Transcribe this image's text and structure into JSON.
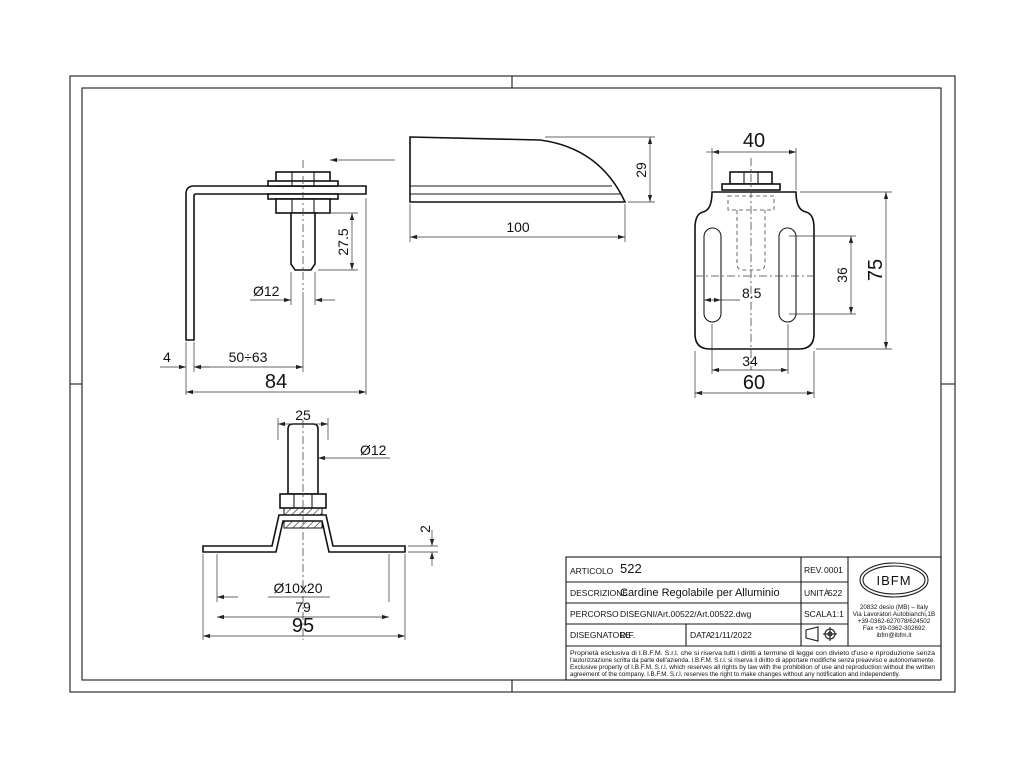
{
  "drawing": {
    "dimensions": {
      "side_height": "29",
      "side_length": "100",
      "top_width": "40",
      "height_total": "75",
      "height_slot": "36",
      "slot_width": "8.5",
      "slot_spacing": "34",
      "plate_width": "60",
      "pin_length": "27.5",
      "pin_diameter": "Ø12",
      "thickness": "4",
      "adjust_range": "50÷63",
      "overall_length": "84",
      "bottom_width": "25",
      "bottom_pin_diameter": "Ø12",
      "bend_height": "2",
      "holes": "Ø10x20",
      "hole_spacing": "79",
      "base_length": "95"
    }
  },
  "title_block": {
    "article_label": "ARTICOLO",
    "article_value": "522",
    "rev_label": "REV.",
    "rev_value": "0001",
    "description_label": "DESCRIZIONE",
    "description_value": "Cardine Regolabile per Alluminio",
    "unit_label": "UNITÀ",
    "unit_value": "522",
    "path_label": "PERCORSO",
    "path_value": "DISEGNI/Art.00522/Art.00522.dwg",
    "scale_label": "SCALA",
    "scale_value": "1:1",
    "designer_label": "DISEGNATORE",
    "designer_value": "D.F.",
    "date_label": "DATA",
    "date_value": "21/11/2022",
    "logo": "IBFM",
    "company_address": [
      "20832 desio (MB) – Italy",
      "Via Lavoratori Autobianchi,1B",
      "+39-0362-627078/624502",
      "Fax +39-0362-302692",
      "ibfm@ibfm.it"
    ],
    "legal": [
      "Proprietà esclusiva di I.B.F.M. S.r.l. che si riserva tutti i diritti a termine di legge con divieto d'uso e riproduzione senza",
      "l'autorizzazione scritta da parte dell'azienda. I.B.F.M. S.r.l. si riserva il diritto di apportare modifiche senza preavviso e autonomamente.",
      "Exclusive property of I.B.F.M. S.r.l. which reserves all rights by law with the prohibition of use and reproduction without the written",
      "agreement of the company. I.B.F.M. S.r.l. reserves the right to make changes without any notification and independently."
    ]
  }
}
